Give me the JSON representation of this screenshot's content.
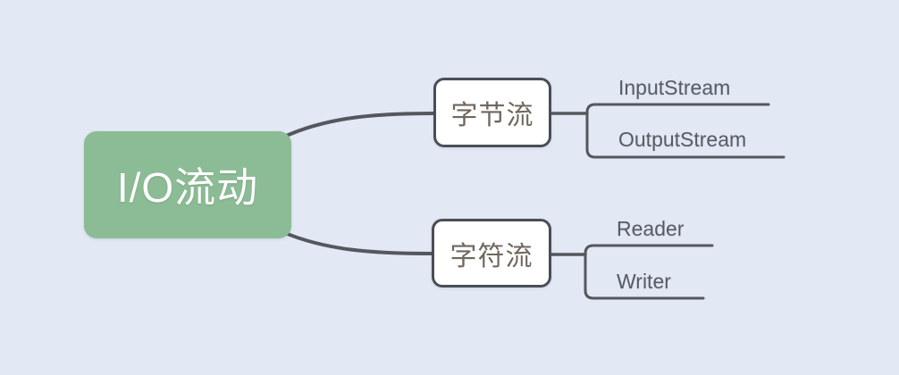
{
  "diagram": {
    "type": "mindmap",
    "root": {
      "label": "I/O流动"
    },
    "branches": [
      {
        "label": "字节流",
        "children": [
          {
            "label": "InputStream"
          },
          {
            "label": "OutputStream"
          }
        ]
      },
      {
        "label": "字符流",
        "children": [
          {
            "label": "Reader"
          },
          {
            "label": "Writer"
          }
        ]
      }
    ]
  },
  "colors": {
    "background": "#E2E8F4",
    "root_fill": "#8CBC95",
    "root_text": "#FFFFFF",
    "connector_line": "#54585D",
    "branch_border": "#4A4E54",
    "branch_fill": "#FFFFFF",
    "branch_text": "#6F675D",
    "leaf_text": "#575C63"
  }
}
